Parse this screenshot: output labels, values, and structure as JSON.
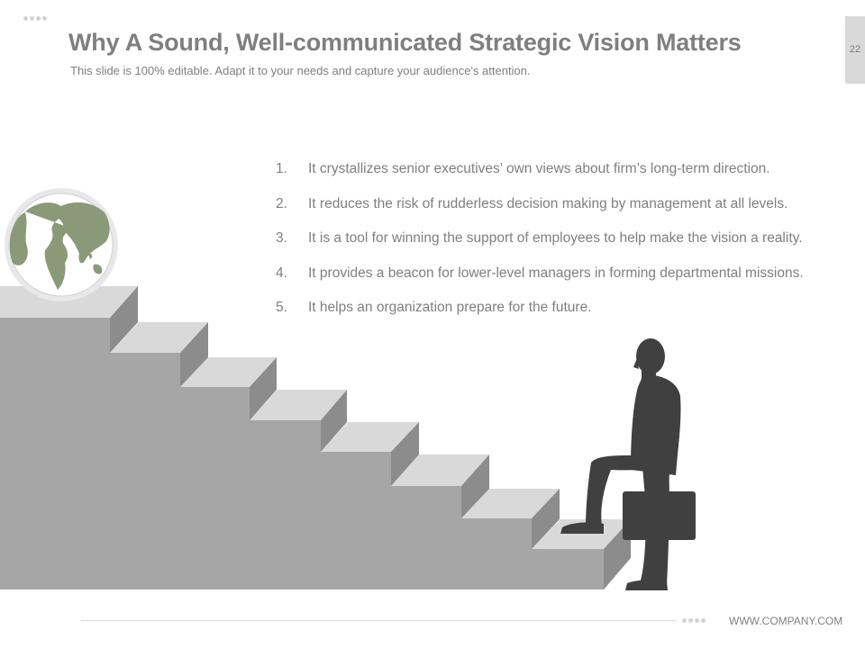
{
  "slide": {
    "title": "Why A Sound, Well-communicated Strategic Vision Matters",
    "subtitle": "This slide is 100% editable. Adapt it to your needs and capture your audience's attention.",
    "page_number": "22"
  },
  "points": [
    {
      "num": "1.",
      "text": "It crystallizes senior executives’ own views about firm’s long-term direction."
    },
    {
      "num": "2.",
      "text": "It reduces the risk of rudderless decision making by management at all levels."
    },
    {
      "num": "3.",
      "text": "It is a tool for winning the support of employees to help make the vision a reality."
    },
    {
      "num": "4.",
      "text": "It provides a beacon for lower-level managers in forming departmental missions."
    },
    {
      "num": "5.",
      "text": "It helps an organization prepare for the future."
    }
  ],
  "footer": {
    "url": "WWW.COMPANY.COM"
  },
  "colors": {
    "text": "#7f7f7f",
    "globe_land": "#8a9a78",
    "stairs_front": "#a6a6a6",
    "stairs_top": "#d9d9d9",
    "silhouette": "#404040"
  }
}
